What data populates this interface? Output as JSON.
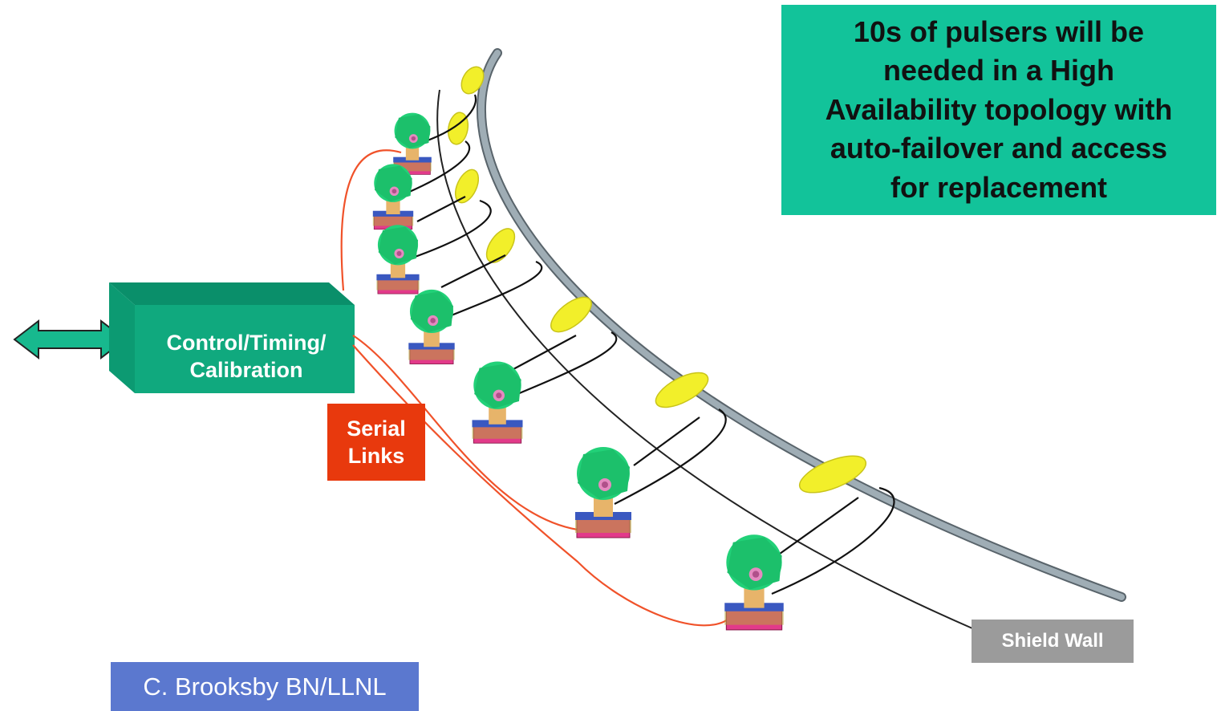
{
  "callout": {
    "text": "10s of pulsers will be\nneeded in a High\nAvailability topology with\nauto-failover and access\nfor replacement"
  },
  "control_box": {
    "label": "Control/Timing/\nCalibration"
  },
  "serial_links": {
    "label": "Serial\nLinks"
  },
  "shield_wall": {
    "label": "Shield Wall"
  },
  "credit": {
    "label": "C. Brooksby BN/LLNL"
  },
  "colors": {
    "callout_bg": "#12c39a",
    "box_teal": "#0fa87e",
    "serial_red": "#e8390d",
    "serial_wire": "#f0522a",
    "beam_pipe": "#8c9aa3",
    "magnet_yellow": "#f2ef2a",
    "pulser_green": "#22d178",
    "credit_blue": "#5b78cf",
    "label_gray": "#9b9b9b"
  },
  "icons": [
    "double-arrow-icon",
    "pulser-icon"
  ]
}
